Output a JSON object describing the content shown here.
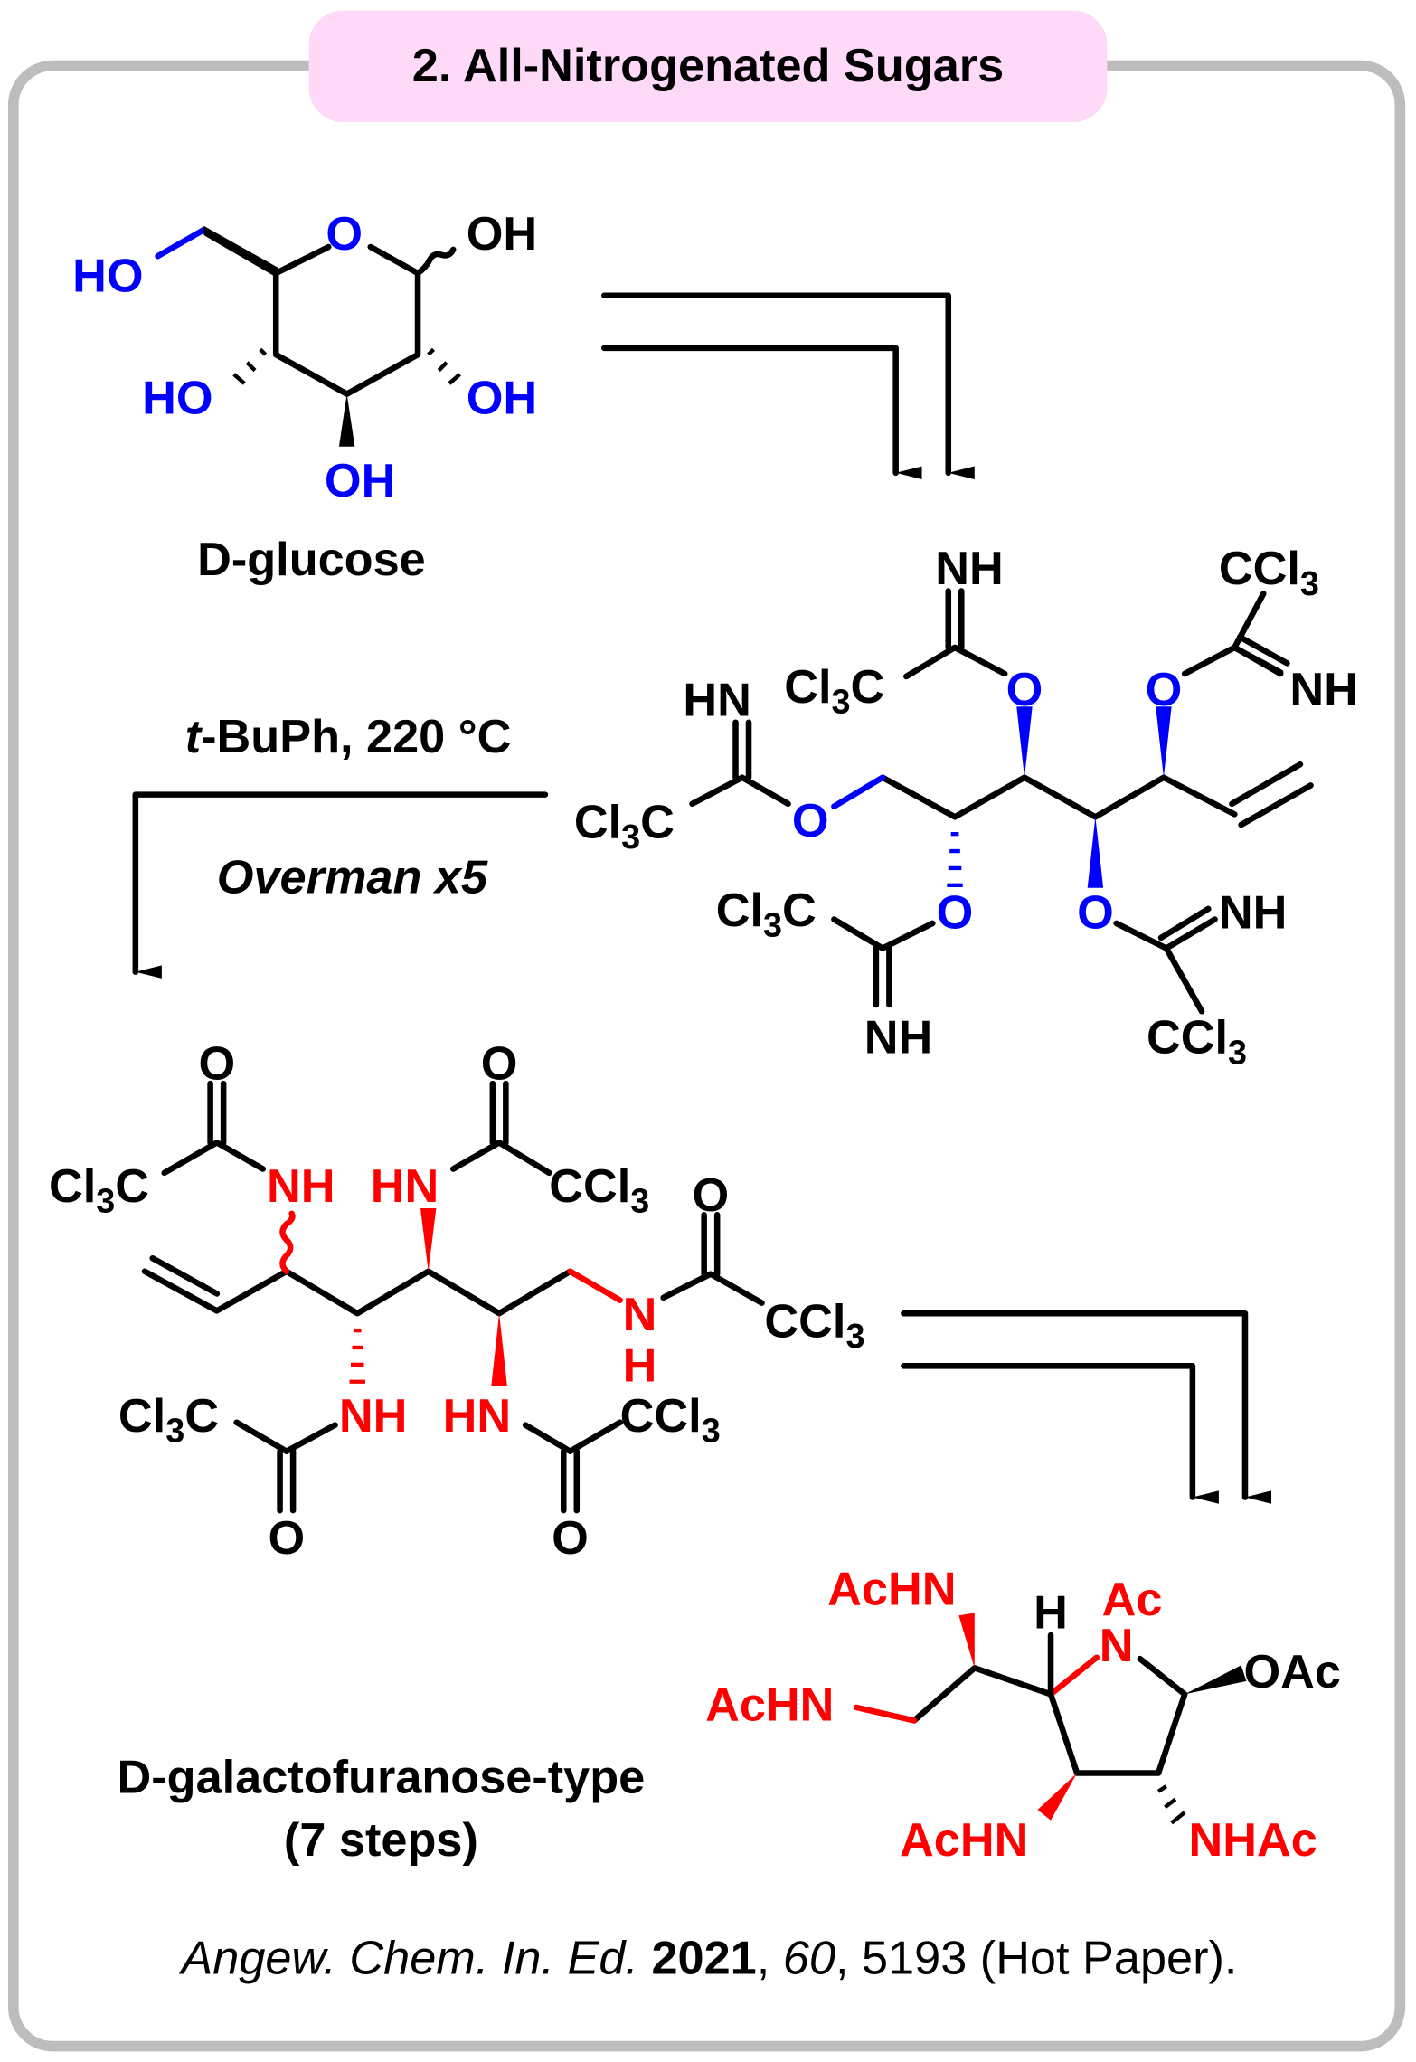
{
  "title": "2. All-Nitrogenated Sugars",
  "colors": {
    "frame": "#bdbdbd",
    "title_bg": "#ffd9f8",
    "oxygen": "#0000ff",
    "nitrogen": "#ff0000"
  },
  "glucose": {
    "name": "D-glucose",
    "labels": {
      "ring_o": "O",
      "oh1": "OH",
      "ho6": "HO",
      "ho4": "HO",
      "oh2": "OH",
      "oh3": "OH"
    }
  },
  "imidate": {
    "labels": [
      "NH",
      "CCl3",
      "Cl3C",
      "O",
      "O",
      "NH",
      "HN",
      "Cl3C",
      "O",
      "Cl3C",
      "O",
      "O",
      "NH",
      "NH",
      "CCl3"
    ]
  },
  "reaction": {
    "conditions_top_italic": "t",
    "conditions_top": "-BuPh, 220 °C",
    "conditions_bottom": "Overman x5"
  },
  "amide": {
    "labels": [
      "O",
      "O",
      "Cl3C",
      "NH",
      "HN",
      "CCl3",
      "O",
      "N",
      "H",
      "CCl3",
      "Cl3C",
      "NH",
      "HN",
      "CCl3",
      "O",
      "O"
    ]
  },
  "product": {
    "name": "D-galactofuranose-type",
    "steps": "(7 steps)",
    "labels": {
      "achn_top": "AcHN",
      "h": "H",
      "ac": "Ac",
      "n": "N",
      "oac": "OAc",
      "achn_left": "AcHN",
      "achn_bottom": "AcHN",
      "nhac": "NHAc"
    }
  },
  "citation": {
    "journal": "Angew. Chem. In. Ed.",
    "year": "2021",
    "volume": "60",
    "rest": ", 5193 (Hot Paper)."
  }
}
